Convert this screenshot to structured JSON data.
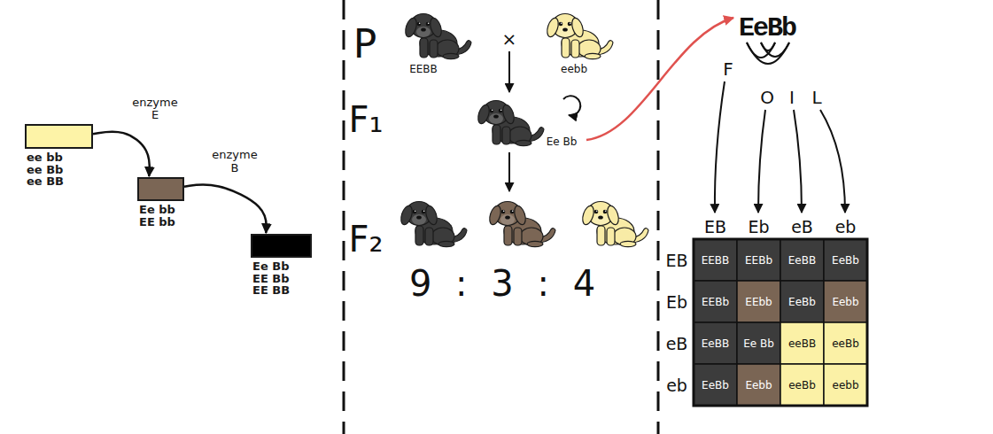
{
  "diagram": {
    "nodes": [
      {
        "text": [
          "ee bb ee Bb ee BB"
        ]
      },
      {
        "text": [
          "Ee bb EE bb"
        ]
      },
      {
        "text": [
          "Ee Bb EE Bb EE BB"
        ]
      }
    ],
    "edges": [
      {
        "from": 0,
        "to": 1,
        "label": "enzyme E",
        "arrow": "to"
      },
      {
        "from": 1,
        "to": 2,
        "label": "enzyme B",
        "arrow": "to"
      }
    ],
    "labels": [
      "P",
      "EEBB",
      "×",
      "eebb",
      "F₁",
      "Ee Bb",
      "F₂",
      "9 : 3 : 4",
      "EeBb",
      "F",
      "O",
      "I",
      "L",
      "EB",
      "Eb",
      "eB",
      "eb",
      "EB",
      "EEBB",
      "EEBb",
      "EeBB",
      "EeBb",
      "Eb",
      "EEBb",
      "EEbb",
      "EeBb",
      "Eebb",
      "eB",
      "EeBB",
      "Ee Bb",
      "eeBB",
      "eeBb",
      "eb",
      "EeBb",
      "Eebb",
      "eeBb",
      "eebb"
    ]
  }
}
